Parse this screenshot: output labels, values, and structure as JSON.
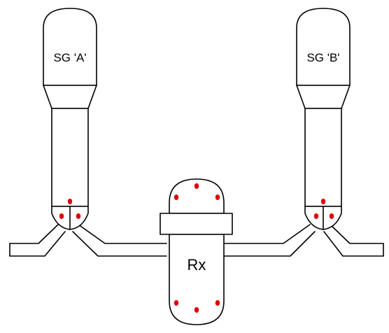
{
  "labels": {
    "sg_a": "SG 'A'",
    "sg_b": "SG 'B'",
    "reactor": "Rx"
  },
  "colors": {
    "outline": "#000000",
    "background": "#ffffff",
    "dot": "#e00000"
  }
}
